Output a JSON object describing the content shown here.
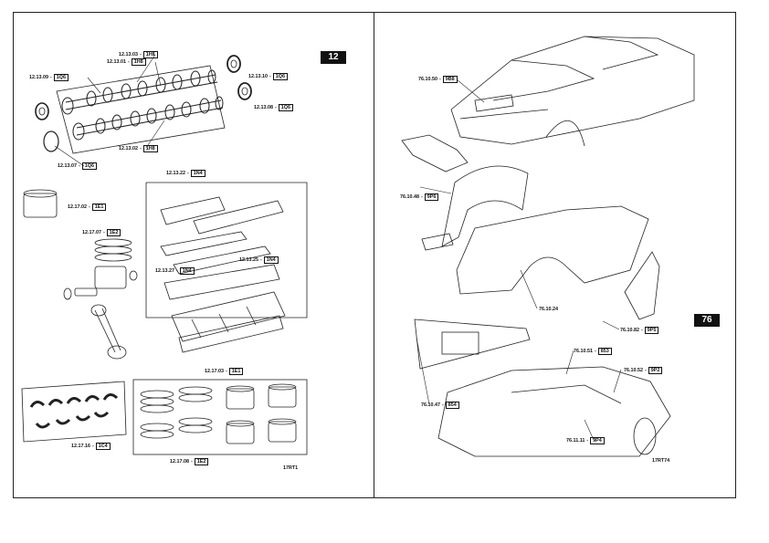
{
  "left_page": {
    "page_badge": "12",
    "figure_ref": "17RT1",
    "callouts": [
      {
        "num": "12.13.03",
        "code": "1H8"
      },
      {
        "num": "12.13.01",
        "code": "1H8"
      },
      {
        "num": "12.13.09",
        "code": "1Q6"
      },
      {
        "num": "12.13.10",
        "code": "1Q6"
      },
      {
        "num": "12.13.08",
        "code": "1Q6"
      },
      {
        "num": "12.13.02",
        "code": "1H8"
      },
      {
        "num": "12.13.07",
        "code": "1Q6"
      },
      {
        "num": "12.13.22",
        "code": "1N4"
      },
      {
        "num": "12.17.02",
        "code": "1E1"
      },
      {
        "num": "12.17.07",
        "code": "1E2"
      },
      {
        "num": "12.13.25",
        "code": "1N4"
      },
      {
        "num": "12.13.27",
        "code": "1N4"
      },
      {
        "num": "12.17.03",
        "code": "1E1"
      },
      {
        "num": "12.17.16",
        "code": "1C4"
      },
      {
        "num": "12.17.08",
        "code": "1E2"
      }
    ]
  },
  "right_page": {
    "page_badge": "76",
    "figure_ref": "17RT74",
    "callouts": [
      {
        "num": "76.10.50",
        "code": "9B8"
      },
      {
        "num": "76.10.48",
        "code": "9P6"
      },
      {
        "num": "76.10.24",
        "code": ""
      },
      {
        "num": "76.10.82",
        "code": "9P5"
      },
      {
        "num": "76.10.51",
        "code": "853"
      },
      {
        "num": "76.10.52",
        "code": "9P2"
      },
      {
        "num": "76.10.47",
        "code": "854"
      },
      {
        "num": "76.11.11",
        "code": "9P4"
      }
    ]
  }
}
